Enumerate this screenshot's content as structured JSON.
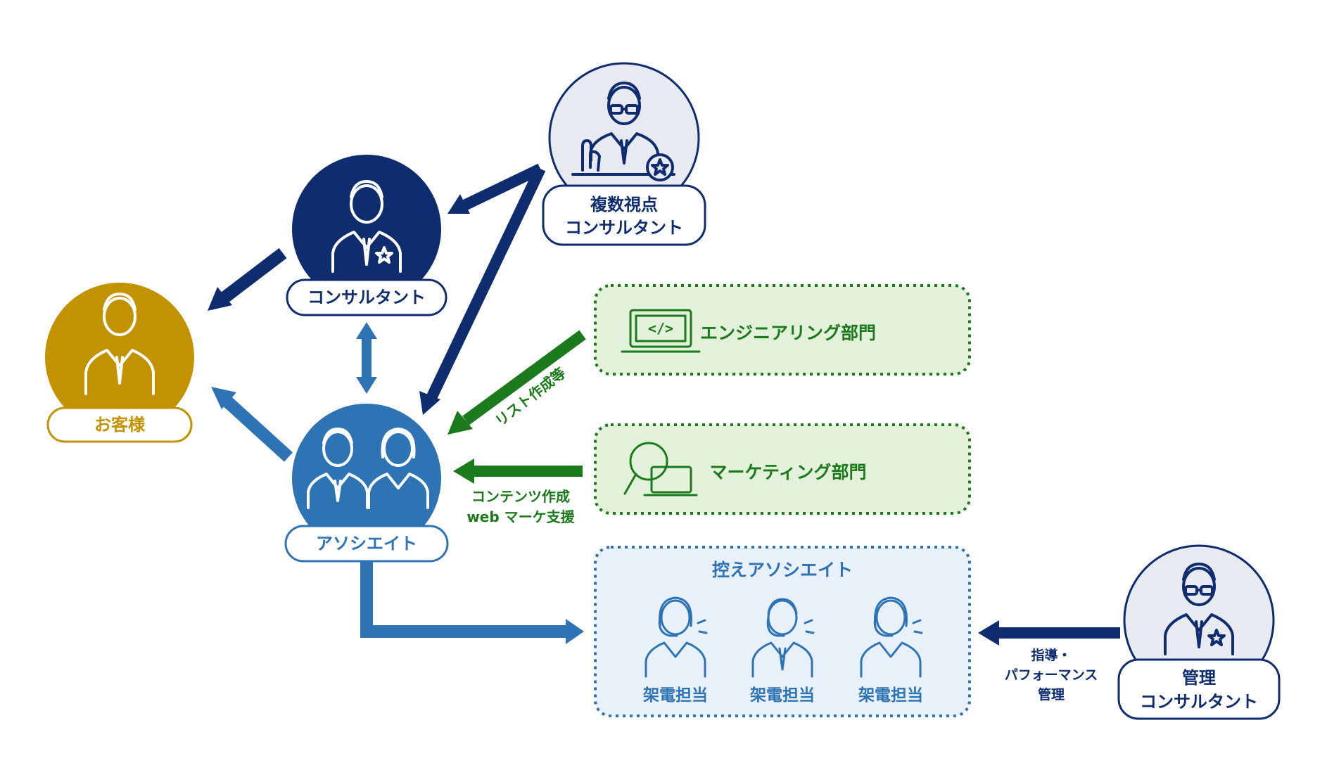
{
  "colors": {
    "navy": "#0f2d6e",
    "blue": "#2e74b5",
    "gold": "#c29200",
    "green": "#1b7a1b",
    "light_navy_bg": "#e8eaf2",
    "light_green_bg": "#e3f0da",
    "light_blue_bg": "#e8f0f9"
  },
  "nodes": {
    "customer": {
      "label": "お客様",
      "icon": "businessman-icon"
    },
    "consultant": {
      "label": "コンサルタント",
      "icon": "businessman-star-icon"
    },
    "associate": {
      "label": "アソシエイト",
      "icon": "male-female-staff-icon"
    },
    "multi_consultant": {
      "label_line1": "複数視点",
      "label_line2": "コンサルタント",
      "icon": "presenter-glasses-star-icon"
    },
    "management_consultant": {
      "label_line1": "管理",
      "label_line2": "コンサルタント",
      "icon": "businessman-glasses-star-icon"
    }
  },
  "departments": {
    "engineering": {
      "label": "エンジニアリング部門",
      "icon": "laptop-code-icon"
    },
    "marketing": {
      "label": "マーケティング部門",
      "icon": "magnifier-laptop-icon"
    }
  },
  "reserve": {
    "title": "控えアソシエイト",
    "members": [
      {
        "label": "架電担当",
        "icon": "female-headset-icon"
      },
      {
        "label": "架電担当",
        "icon": "male-headset-icon"
      },
      {
        "label": "架電担当",
        "icon": "female-headset-icon"
      }
    ]
  },
  "arrow_labels": {
    "engineering": "リスト作成等",
    "marketing_line1": "コンテンツ作成",
    "marketing_line2": "web マーケ支援",
    "management_line1": "指導・",
    "management_line2": "パフォーマンス",
    "management_line3": "管理"
  }
}
